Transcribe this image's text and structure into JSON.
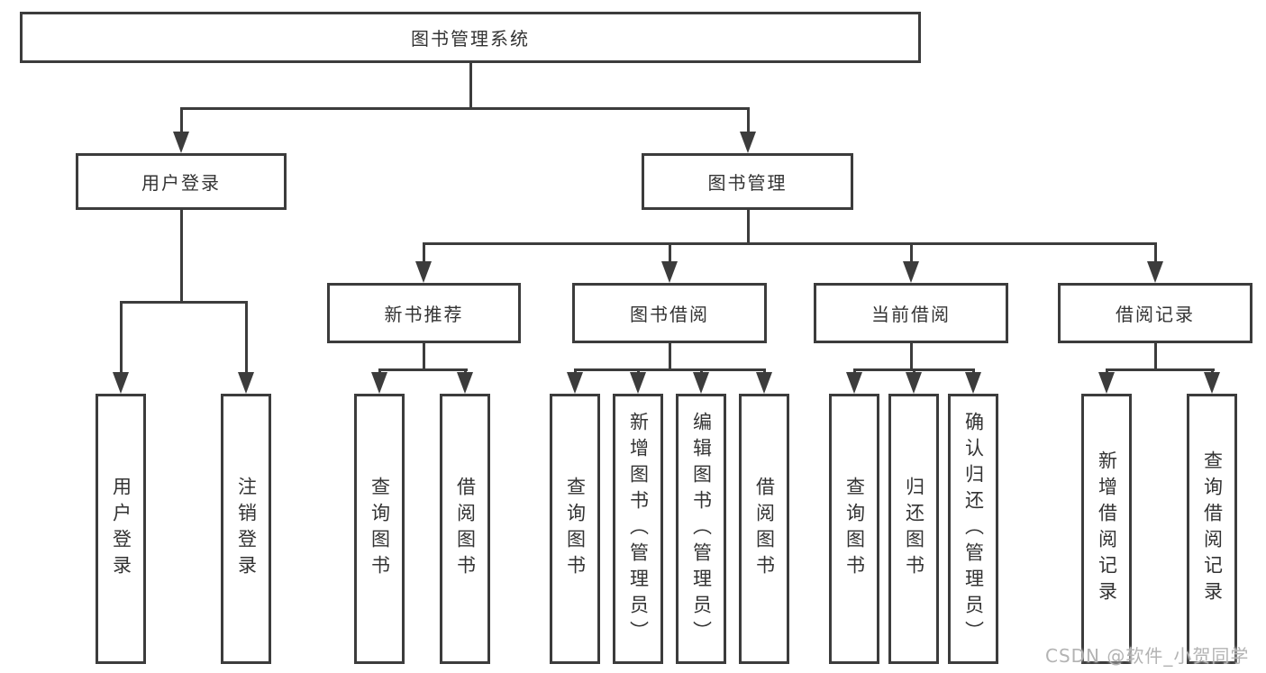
{
  "diagram": {
    "root": {
      "label": "图书管理系统"
    },
    "level2": [
      {
        "label": "用户登录"
      },
      {
        "label": "图书管理"
      }
    ],
    "level3": [
      {
        "label": "新书推荐"
      },
      {
        "label": "图书借阅"
      },
      {
        "label": "当前借阅"
      },
      {
        "label": "借阅记录"
      }
    ],
    "leaves": [
      {
        "label": "用户登录"
      },
      {
        "label": "注销登录"
      },
      {
        "label": "查询图书"
      },
      {
        "label": "借阅图书"
      },
      {
        "label": "查询图书"
      },
      {
        "label": "新增图书（管理员）"
      },
      {
        "label": "编辑图书（管理员）"
      },
      {
        "label": "借阅图书"
      },
      {
        "label": "查询图书"
      },
      {
        "label": "归还图书"
      },
      {
        "label": "确认归还（管理员）"
      },
      {
        "label": "新增借阅记录"
      },
      {
        "label": "查询借阅记录"
      }
    ],
    "watermark": {
      "text": "CSDN @软件_小贺同学"
    },
    "colors": {
      "line": "#3c3c3c",
      "text": "#333333",
      "background": "#ffffff",
      "watermark": "#b3b3b3"
    }
  }
}
